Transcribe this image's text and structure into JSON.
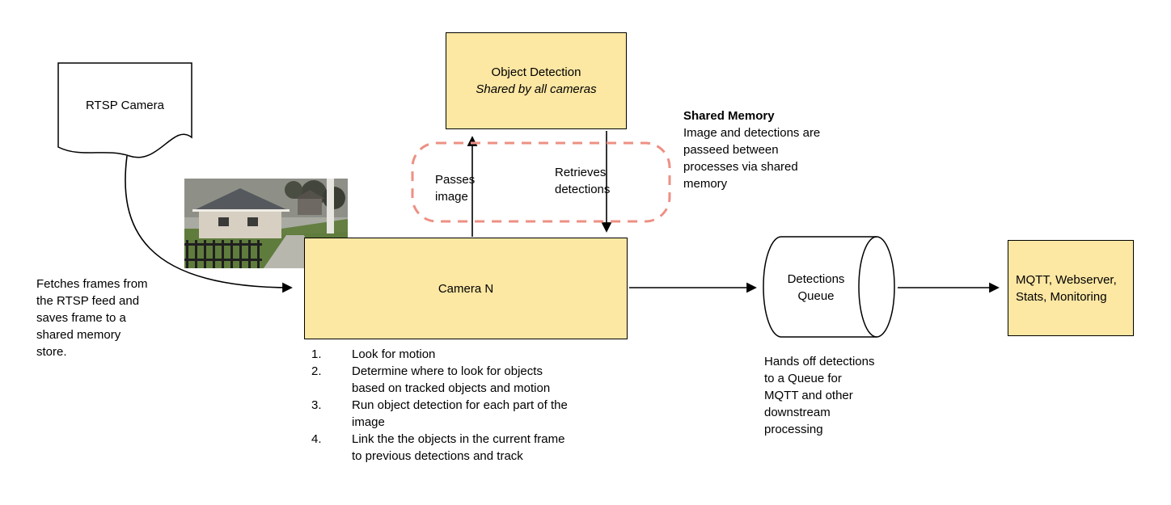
{
  "diagram": {
    "colors": {
      "node_fill": "#FCE7A3",
      "node_border": "#000000",
      "shared_dash": "#ED9084"
    },
    "rtsp_camera": {
      "label": "RTSP Camera"
    },
    "fetch_note": "Fetches frames from\nthe RTSP feed and\nsaves frame to a\nshared memory\nstore.",
    "object_detection": {
      "title": "Object Detection",
      "subtitle": "Shared by all cameras"
    },
    "shared_memory_labels": {
      "passes_image": "Passes\nimage",
      "retrieves_detections": "Retrieves\ndetections"
    },
    "shared_memory_note": {
      "title": "Shared Memory",
      "body": "Image and detections are\npasseed between\nprocesses via shared\nmemory"
    },
    "camera_n": {
      "label": "Camera N",
      "steps": [
        {
          "num": "1.",
          "text": "Look for motion"
        },
        {
          "num": "2.",
          "text": "Determine where to look for objects\nbased on tracked objects and motion"
        },
        {
          "num": "3.",
          "text": "Run object detection for each part of the\nimage"
        },
        {
          "num": "4.",
          "text": "Link the the objects in the current frame\nto previous detections and track"
        }
      ]
    },
    "detections_queue": {
      "label": "Detections\nQueue",
      "note": "Hands off detections\nto a Queue for\nMQTT and other\ndownstream\nprocessing"
    },
    "sinks": {
      "label": "MQTT, Webserver,\nStats, Monitoring"
    }
  }
}
